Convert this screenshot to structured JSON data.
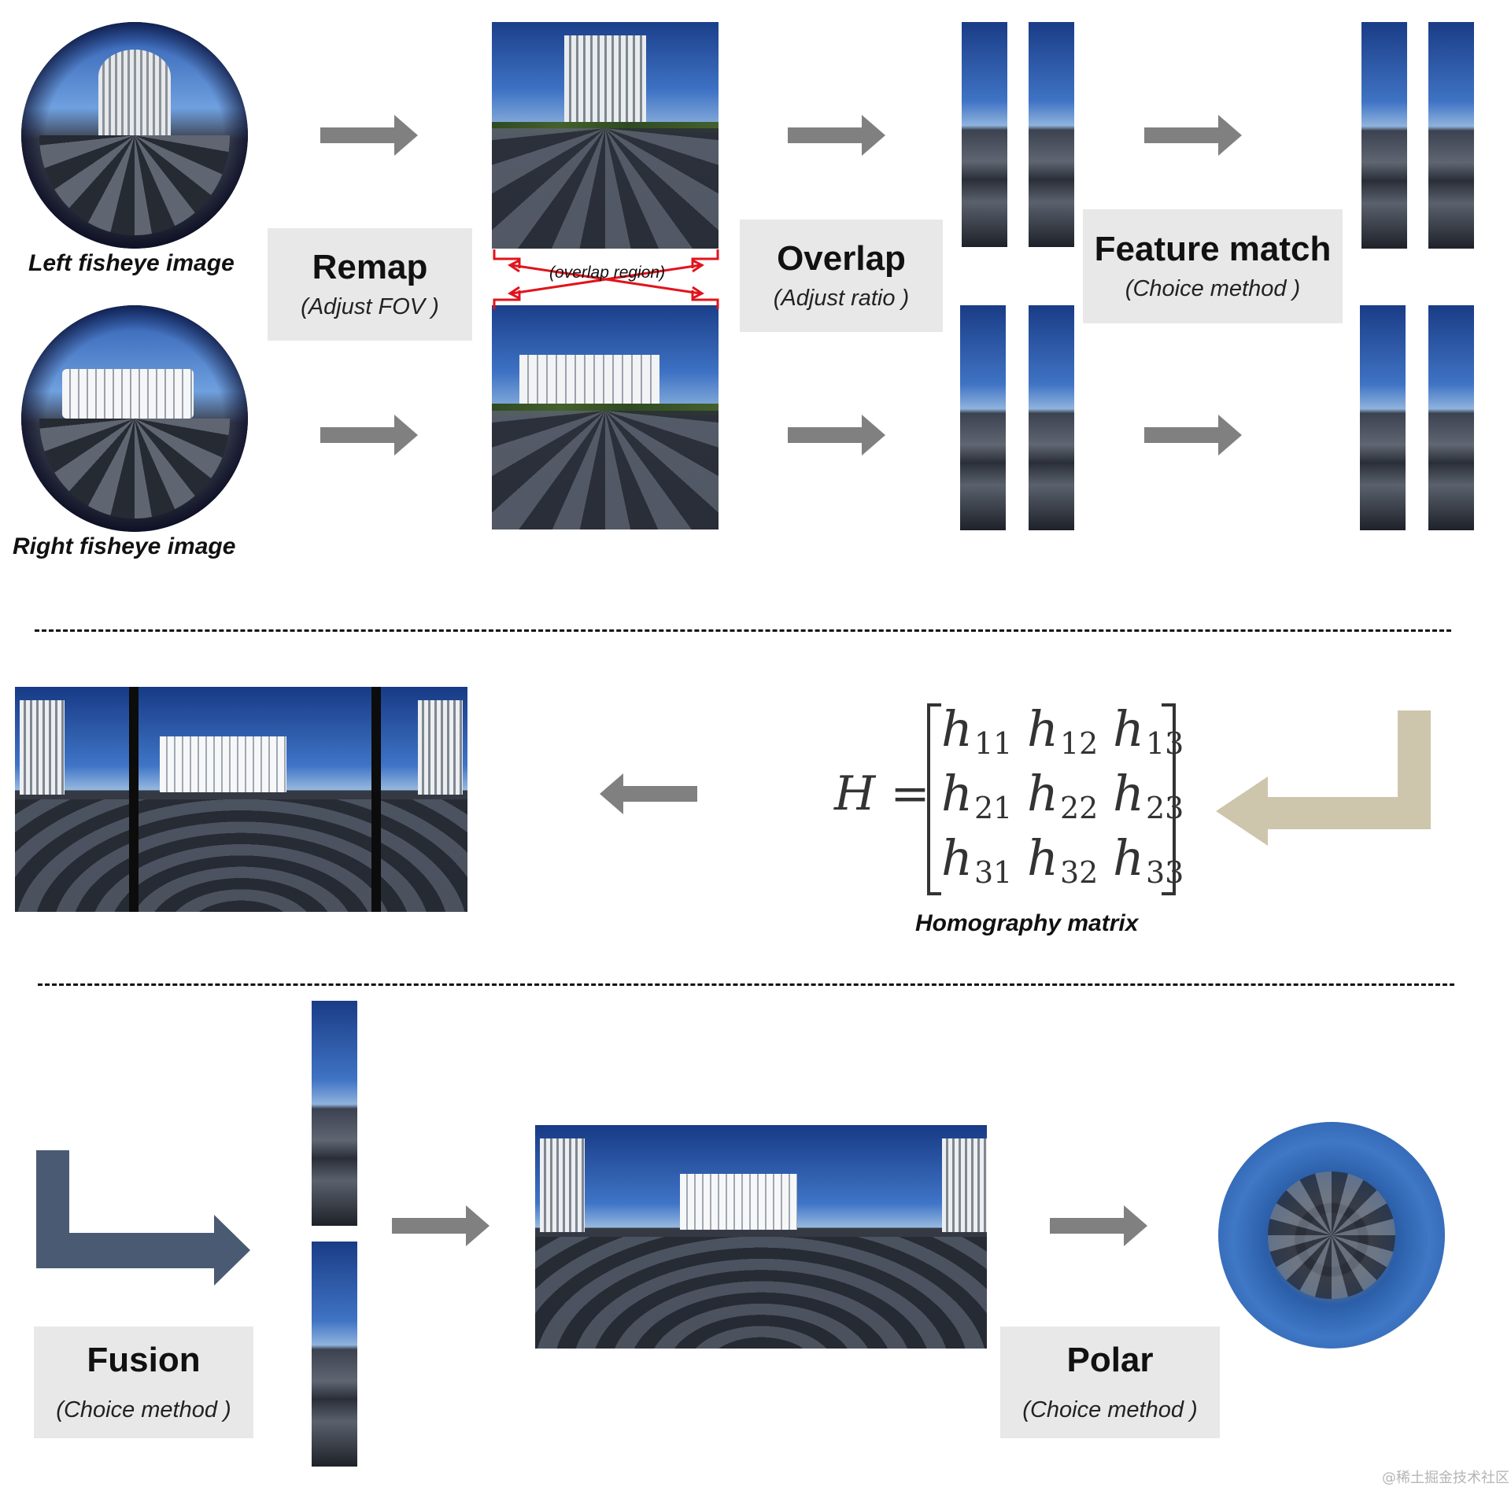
{
  "row1": {
    "left_caption": "Left fisheye image",
    "right_caption": "Right fisheye image",
    "remap": {
      "title": "Remap",
      "subtitle": "(Adjust FOV )"
    },
    "overlap_region": "(overlap region)",
    "overlap": {
      "title": "Overlap",
      "subtitle": "(Adjust ratio )"
    },
    "feature_match": {
      "title": "Feature match",
      "subtitle": "(Choice method )"
    }
  },
  "row2": {
    "matrix_lhs": "H =",
    "matrix": [
      [
        "h",
        "11"
      ],
      [
        "h",
        "12"
      ],
      [
        "h",
        "13"
      ],
      [
        "h",
        "21"
      ],
      [
        "h",
        "22"
      ],
      [
        "h",
        "23"
      ],
      [
        "h",
        "31"
      ],
      [
        "h",
        "32"
      ],
      [
        "h",
        "33"
      ]
    ],
    "matrix_caption": "Homography matrix"
  },
  "row3": {
    "fusion": {
      "title": "Fusion",
      "subtitle": "(Choice method )"
    },
    "polar": {
      "title": "Polar",
      "subtitle": "(Choice method )"
    }
  },
  "watermark": "@稀土掘金技术社区",
  "colors": {
    "arrow_gray": "#808080",
    "arrow_tan": "#cdc6ad",
    "arrow_slate": "#4a5a72",
    "overlap_red": "#e0141c",
    "label_box": "#e8e8e8"
  }
}
